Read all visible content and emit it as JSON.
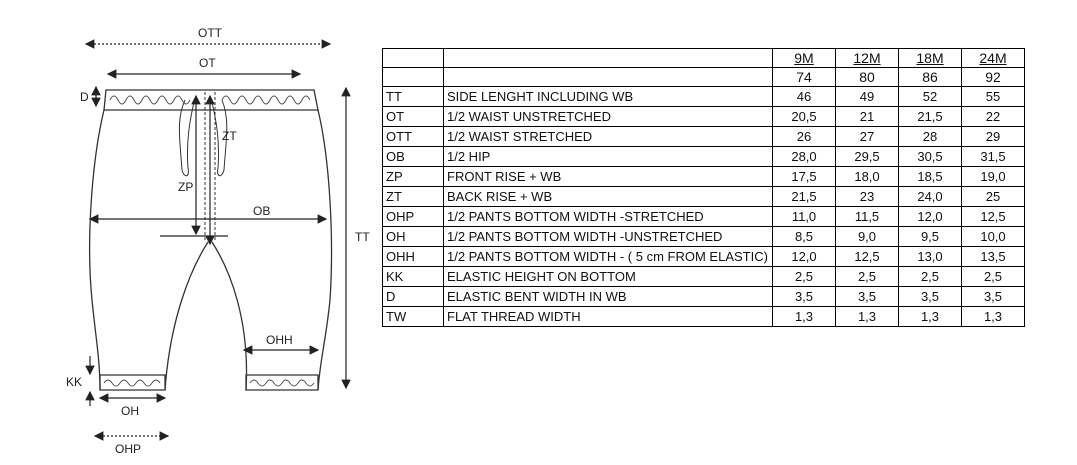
{
  "diagram_labels": {
    "ott": "OTT",
    "ot": "OT",
    "d": "D",
    "zt": "ZT",
    "zp": "ZP",
    "ob": "OB",
    "tt": "TT",
    "ohh": "OHH",
    "kk": "KK",
    "oh": "OH",
    "ohp": "OHP"
  },
  "table": {
    "sizes": [
      "9M",
      "12M",
      "18M",
      "24M"
    ],
    "heights": [
      "74",
      "80",
      "86",
      "92"
    ],
    "rows": [
      {
        "code": "TT",
        "desc": "SIDE LENGHT INCLUDING WB",
        "values": [
          "46",
          "49",
          "52",
          "55"
        ]
      },
      {
        "code": "OT",
        "desc": "1/2 WAIST UNSTRETCHED",
        "values": [
          "20,5",
          "21",
          "21,5",
          "22"
        ]
      },
      {
        "code": "OTT",
        "desc": "1/2 WAIST STRETCHED",
        "values": [
          "26",
          "27",
          "28",
          "29"
        ]
      },
      {
        "code": "OB",
        "desc": "1/2 HIP",
        "values": [
          "28,0",
          "29,5",
          "30,5",
          "31,5"
        ]
      },
      {
        "code": "ZP",
        "desc": "FRONT RISE + WB",
        "values": [
          "17,5",
          "18,0",
          "18,5",
          "19,0"
        ]
      },
      {
        "code": "ZT",
        "desc": "BACK RISE + WB",
        "values": [
          "21,5",
          "23",
          "24,0",
          "25"
        ]
      },
      {
        "code": "OHP",
        "desc": "1/2 PANTS BOTTOM WIDTH -STRETCHED",
        "values": [
          "11,0",
          "11,5",
          "12,0",
          "12,5"
        ]
      },
      {
        "code": "OH",
        "desc": "1/2 PANTS BOTTOM WIDTH -UNSTRETCHED",
        "values": [
          "8,5",
          "9,0",
          "9,5",
          "10,0"
        ]
      },
      {
        "code": "OHH",
        "desc": "1/2 PANTS BOTTOM WIDTH - ( 5 cm FROM ELASTIC)",
        "values": [
          "12,0",
          "12,5",
          "13,0",
          "13,5"
        ]
      },
      {
        "code": "KK",
        "desc": "ELASTIC HEIGHT ON BOTTOM",
        "values": [
          "2,5",
          "2,5",
          "2,5",
          "2,5"
        ]
      },
      {
        "code": "D",
        "desc": "ELASTIC BENT WIDTH IN WB",
        "values": [
          "3,5",
          "3,5",
          "3,5",
          "3,5"
        ]
      },
      {
        "code": "TW",
        "desc": "FLAT THREAD WIDTH",
        "values": [
          "1,3",
          "1,3",
          "1,3",
          "1,3"
        ]
      }
    ]
  }
}
